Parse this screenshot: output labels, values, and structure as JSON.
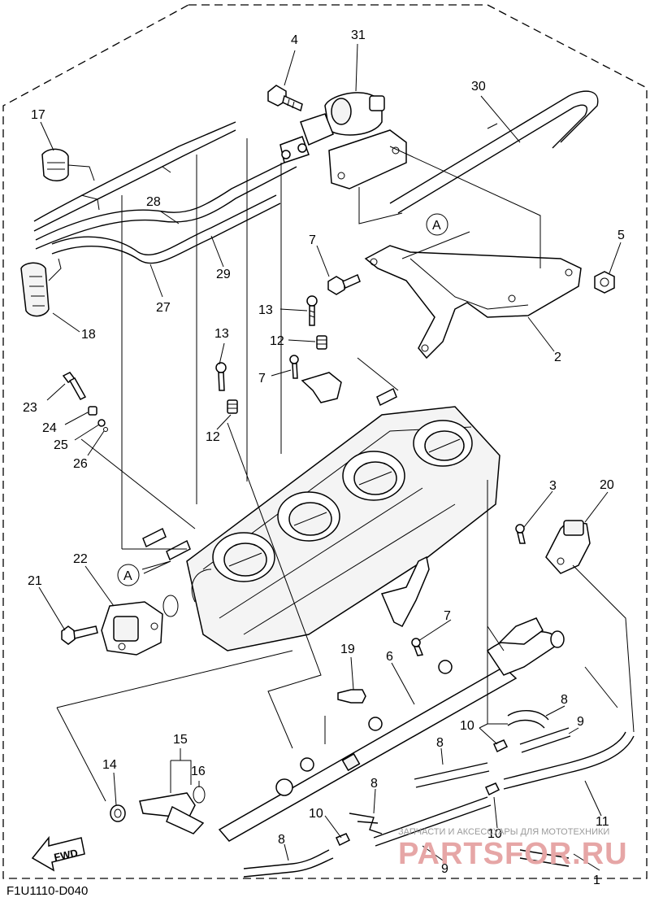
{
  "diagram_code": "F1U1110-D040",
  "fwd_label": "FWD",
  "ref_marker": "A",
  "watermark": {
    "line1": "ЗАПЧАСТИ И АКСЕССУАРЫ ДЛЯ МОТОТЕХНИКИ",
    "line2": "PARTSFOR.RU"
  },
  "callouts": [
    {
      "id": "c1",
      "text": "1"
    },
    {
      "id": "c2",
      "text": "2"
    },
    {
      "id": "c3",
      "text": "3"
    },
    {
      "id": "c4",
      "text": "4"
    },
    {
      "id": "c5",
      "text": "5"
    },
    {
      "id": "c6",
      "text": "6"
    },
    {
      "id": "c7a",
      "text": "7"
    },
    {
      "id": "c7b",
      "text": "7"
    },
    {
      "id": "c7c",
      "text": "7"
    },
    {
      "id": "c8a",
      "text": "8"
    },
    {
      "id": "c8b",
      "text": "8"
    },
    {
      "id": "c8c",
      "text": "8"
    },
    {
      "id": "c8d",
      "text": "8"
    },
    {
      "id": "c9a",
      "text": "9"
    },
    {
      "id": "c9b",
      "text": "9"
    },
    {
      "id": "c10a",
      "text": "10"
    },
    {
      "id": "c10b",
      "text": "10"
    },
    {
      "id": "c10c",
      "text": "10"
    },
    {
      "id": "c11",
      "text": "11"
    },
    {
      "id": "c12a",
      "text": "12"
    },
    {
      "id": "c12b",
      "text": "12"
    },
    {
      "id": "c13a",
      "text": "13"
    },
    {
      "id": "c13b",
      "text": "13"
    },
    {
      "id": "c14",
      "text": "14"
    },
    {
      "id": "c15",
      "text": "15"
    },
    {
      "id": "c16",
      "text": "16"
    },
    {
      "id": "c17",
      "text": "17"
    },
    {
      "id": "c18",
      "text": "18"
    },
    {
      "id": "c19",
      "text": "19"
    },
    {
      "id": "c20",
      "text": "20"
    },
    {
      "id": "c21",
      "text": "21"
    },
    {
      "id": "c22",
      "text": "22"
    },
    {
      "id": "c23",
      "text": "23"
    },
    {
      "id": "c24",
      "text": "24"
    },
    {
      "id": "c25",
      "text": "25"
    },
    {
      "id": "c26",
      "text": "26"
    },
    {
      "id": "c27",
      "text": "27"
    },
    {
      "id": "c28",
      "text": "28"
    },
    {
      "id": "c29",
      "text": "29"
    },
    {
      "id": "c30",
      "text": "30"
    },
    {
      "id": "c31",
      "text": "31"
    }
  ]
}
